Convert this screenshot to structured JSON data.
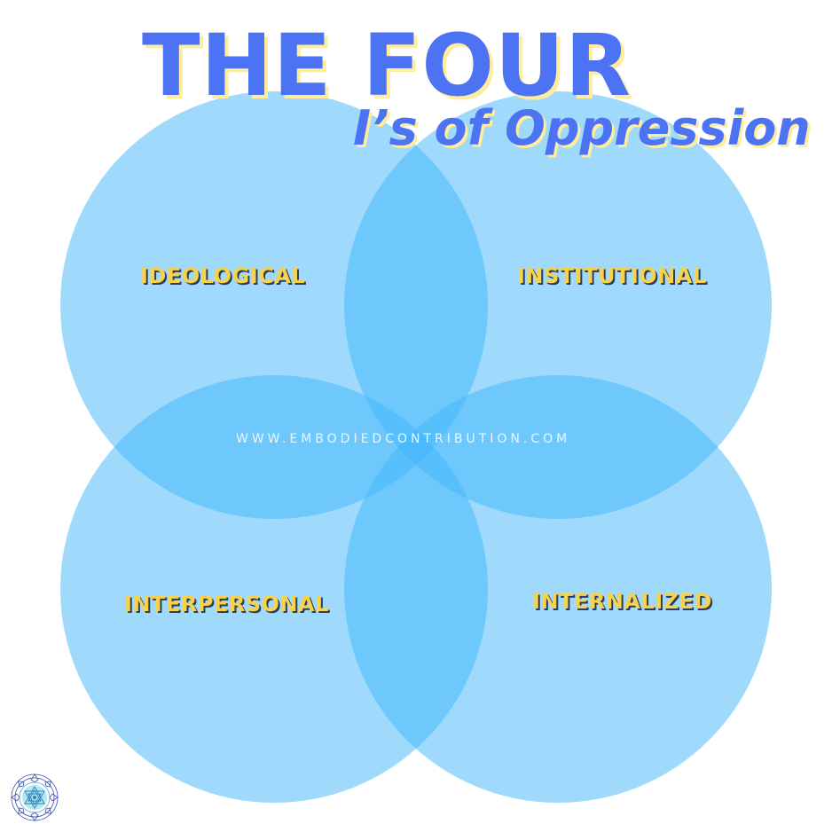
{
  "title": {
    "main": "THE FOUR",
    "subtitle": "I’s of Oppression"
  },
  "circles": [
    {
      "id": "ideological",
      "label": "IDEOLOGICAL"
    },
    {
      "id": "institutional",
      "label": "INSTITUTIONAL"
    },
    {
      "id": "interpersonal",
      "label": "INTERPERSONAL"
    },
    {
      "id": "internalized",
      "label": "INTERNALIZED"
    }
  ],
  "website": "WWW.EMBODIEDCONTRIBUTION.COM",
  "colors": {
    "circle_fill": "#3fb5fb",
    "title_blue": "#4b73f3",
    "title_shadow": "#ffec9c",
    "label_yellow": "#f6d24d",
    "label_shadow": "#2a3c62"
  },
  "logo": {
    "icon": "mandala-icon"
  }
}
